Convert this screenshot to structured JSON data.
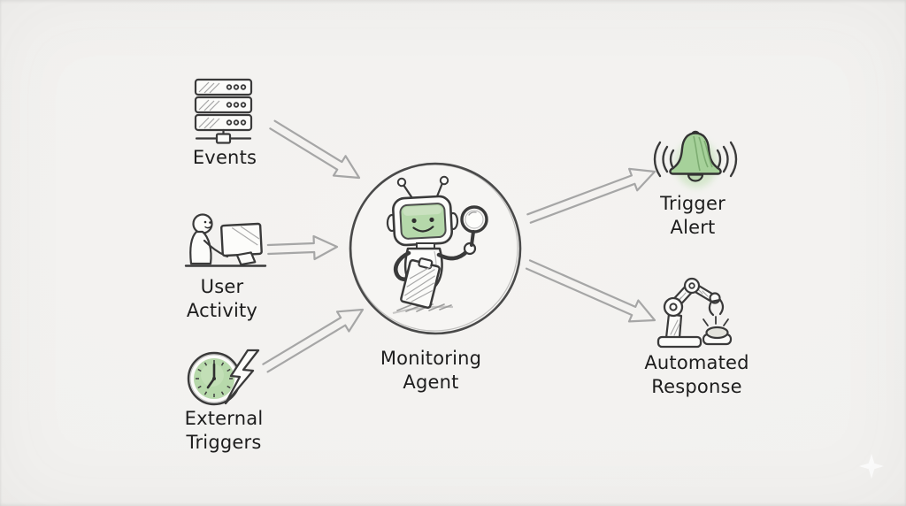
{
  "colors": {
    "background": "#f2f1ef",
    "ink": "#3a3a3a",
    "label_text": "#1d1d1d",
    "arrow": "#a6a6a6",
    "accent_green": "#a6d19a",
    "accent_green_soft": "#cde4c3",
    "robot_screen_green": "#b5d8aa"
  },
  "nodes": {
    "events": {
      "label": "Events",
      "icon": "server-stack-icon"
    },
    "user_activity": {
      "label": "User\nActivity",
      "icon": "user-computer-icon"
    },
    "external_triggers": {
      "label": "External\nTriggers",
      "icon": "clock-lightning-icon"
    },
    "monitoring_agent": {
      "label": "Monitoring\nAgent",
      "icon": "robot-magnifier-icon"
    },
    "trigger_alert": {
      "label": "Trigger\nAlert",
      "icon": "alert-bell-icon"
    },
    "automated_response": {
      "label": "Automated\nResponse",
      "icon": "robot-arm-button-icon"
    }
  },
  "edges": [
    {
      "from": "events",
      "to": "monitoring_agent"
    },
    {
      "from": "user_activity",
      "to": "monitoring_agent"
    },
    {
      "from": "external_triggers",
      "to": "monitoring_agent"
    },
    {
      "from": "monitoring_agent",
      "to": "trigger_alert"
    },
    {
      "from": "monitoring_agent",
      "to": "automated_response"
    }
  ],
  "decorations": {
    "watermark": "sparkle-icon"
  }
}
